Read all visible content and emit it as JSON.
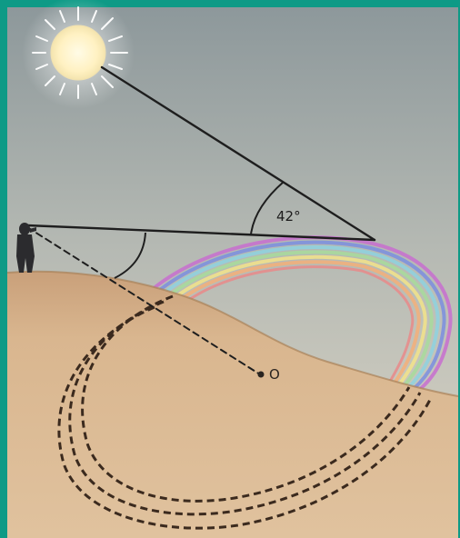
{
  "diagram": {
    "angle_label": "42°",
    "center_label": "O",
    "colors": {
      "frame": "#0e9a86",
      "sky_top": "#8e9a9c",
      "sky_bottom": "#d4d2c6",
      "ground": "#d8b48a",
      "ground_dark": "#c79c6e",
      "ray": "#1e1e1e",
      "sun": "#fff6d2"
    },
    "elements": [
      "sun",
      "observer",
      "rainbow",
      "ground-hill",
      "dashed-circles"
    ]
  }
}
